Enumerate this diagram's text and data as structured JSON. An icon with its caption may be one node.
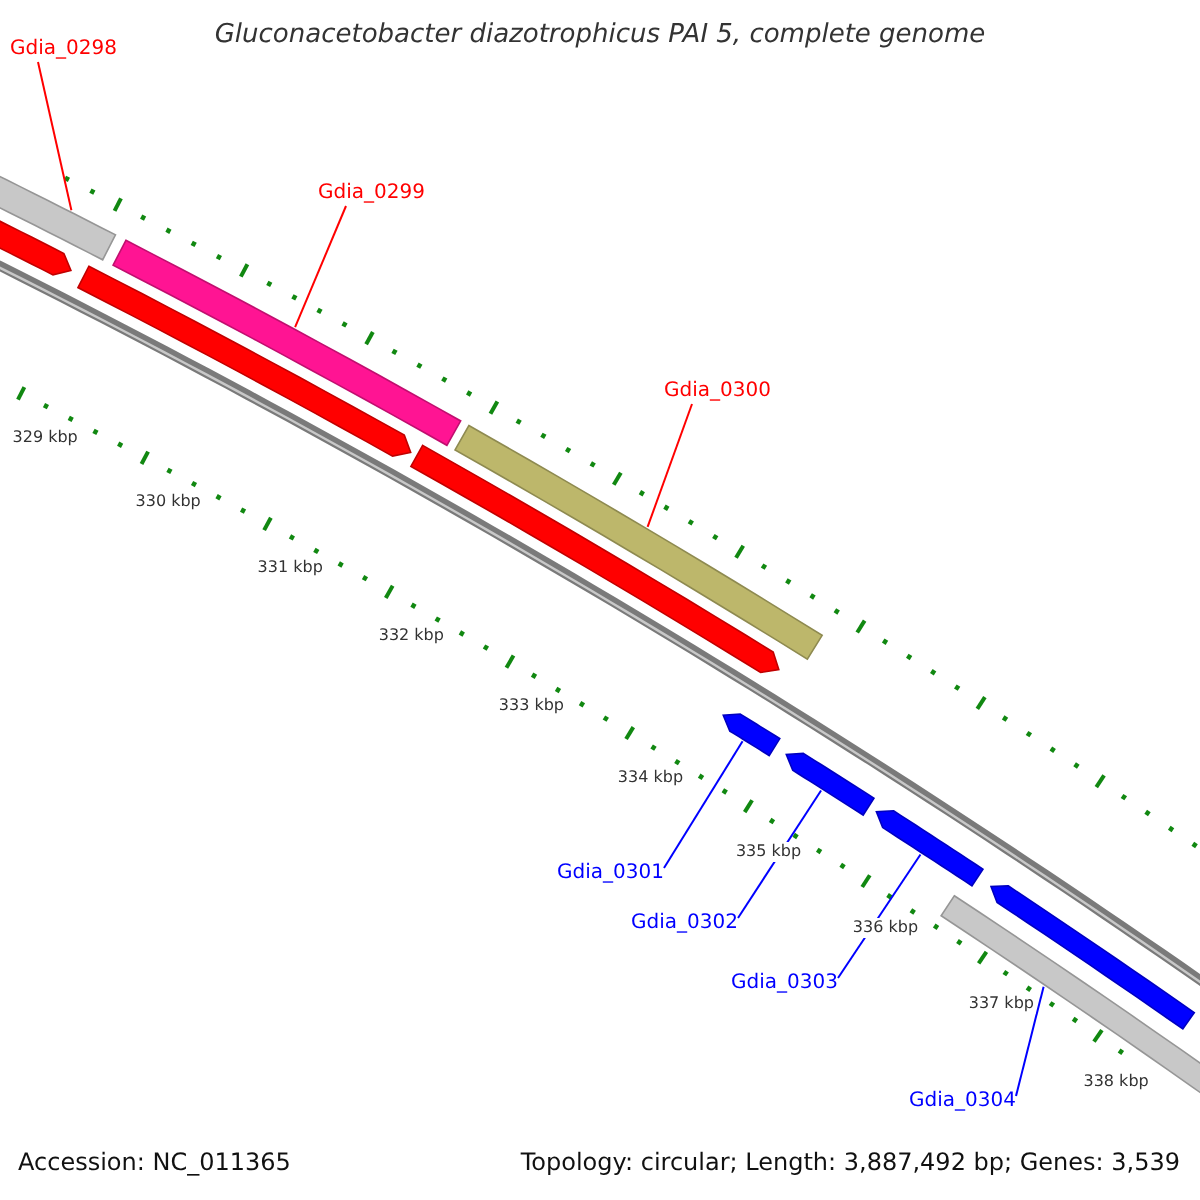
{
  "diagram": {
    "title": "Gluconacetobacter diazotrophicus PAI 5, complete genome",
    "nodes": [
      {
        "text": [
          "Gdia_0298"
        ]
      },
      {
        "text": [
          "Gdia_0299"
        ]
      },
      {
        "text": [
          "Gdia_0300"
        ]
      },
      {
        "text": [
          "Gdia_0301"
        ]
      },
      {
        "text": [
          "Gdia_0302"
        ]
      },
      {
        "text": [
          "Gdia_0303"
        ]
      },
      {
        "text": [
          "Gdia_0304"
        ]
      },
      {
        "text": [],
        "shape": "bar"
      },
      {
        "text": [],
        "shape": "bar"
      },
      {
        "text": [],
        "shape": "bar"
      },
      {
        "text": [],
        "shape": "bar"
      },
      {
        "text": [],
        "shape": "bar"
      },
      {
        "text": [],
        "shape": "bar"
      },
      {
        "text": [],
        "shape": "bar"
      },
      {
        "text": [],
        "shape": "bar"
      },
      {
        "text": [],
        "shape": "bar"
      },
      {
        "text": [],
        "shape": "bar"
      },
      {
        "text": [],
        "shape": "bar"
      }
    ],
    "edges": [
      {
        "from": 0,
        "to": 7,
        "arrow": "none",
        "color": "#ff0000"
      },
      {
        "from": 1,
        "to": 10,
        "arrow": "none",
        "color": "#ff0000"
      },
      {
        "from": 2,
        "to": 12,
        "arrow": "none",
        "color": "#ff0000"
      },
      {
        "from": 3,
        "to": 13,
        "arrow": "none"
      },
      {
        "from": 4,
        "to": 14,
        "arrow": "none"
      },
      {
        "from": 5,
        "to": 15,
        "arrow": "none"
      },
      {
        "from": 6,
        "to": 16,
        "arrow": "none"
      }
    ],
    "labels": [
      "329 kbp",
      "330 kbp",
      "331 kbp",
      "332 kbp",
      "333 kbp",
      "334 kbp",
      "335 kbp",
      "336 kbp",
      "337 kbp",
      "338 kbp",
      "Accession: NC_011365",
      "Topology: circular; Length: 3,887,492 bp; Genes: 3,539"
    ]
  }
}
